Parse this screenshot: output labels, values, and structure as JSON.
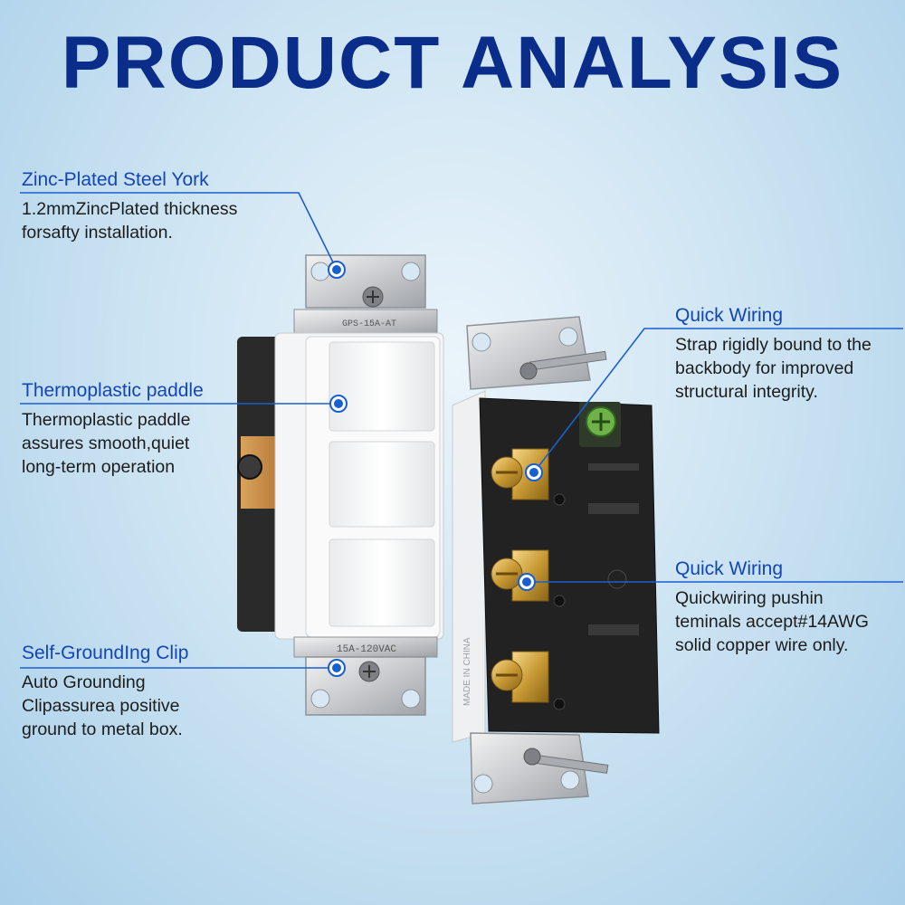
{
  "title": "PRODUCT ANALYSIS",
  "colors": {
    "title": "#0b2d8a",
    "heading": "#1246b4",
    "leader_line": "#1a5fd0",
    "body_text": "#1c1c1c"
  },
  "callouts": [
    {
      "id": "zinc",
      "heading": "Zinc-Plated Steel York",
      "lines": [
        "1.2mmZincPlated thickness",
        "forsafty installation."
      ]
    },
    {
      "id": "paddle",
      "heading": "Thermoplastic paddle",
      "lines": [
        "Thermoplastic paddle",
        "assures smooth,quiet",
        "long-term operation"
      ]
    },
    {
      "id": "grounding",
      "heading": "Self-GroundIng Clip",
      "lines": [
        "Auto Grounding",
        "Clipassurea positive",
        "ground to metal box."
      ]
    },
    {
      "id": "wiring1",
      "heading": "Quick Wiring",
      "lines": [
        "Strap rigidly bound to the",
        "backbody for improved",
        "structural integrity."
      ]
    },
    {
      "id": "wiring2",
      "heading": "Quick Wiring",
      "lines": [
        "Quickwiring pushin",
        "teminals accept#14AWG",
        "solid copper wire only."
      ]
    }
  ],
  "product_markings": {
    "top_strap": "GPS-15A-AT",
    "bottom_strap": "15A-120VAC",
    "side_text": "MADE IN CHINA"
  }
}
